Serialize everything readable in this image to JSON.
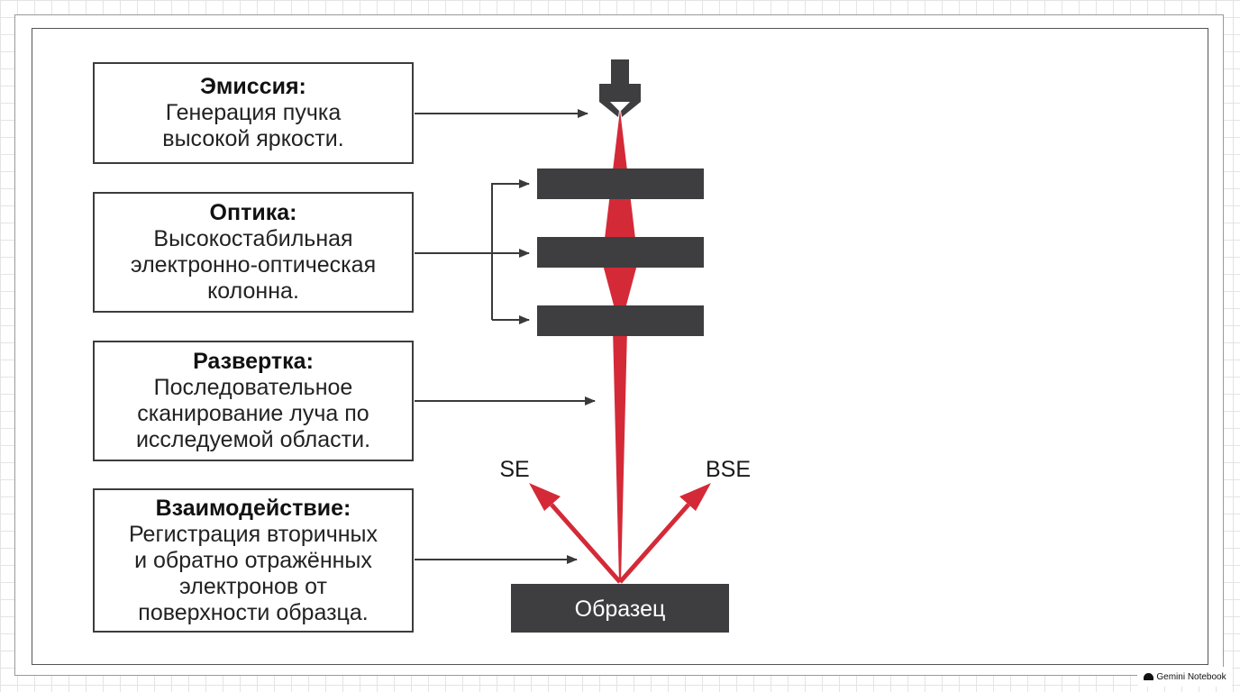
{
  "steps": [
    {
      "id": "emission",
      "title": "Эмиссия:",
      "text": "Генерация пучка\nвысокой яркости."
    },
    {
      "id": "optics",
      "title": "Оптика:",
      "text": "Высокостабильная\nэлектронно-оптическая\nколонна."
    },
    {
      "id": "scan",
      "title": "Развертка:",
      "text": "Последовательное\nсканирование луча по\nисследуемой области."
    },
    {
      "id": "interaction",
      "title": "Взаимодействие:",
      "text": "Регистрация вторичных\nи обратно отражённых\nэлектронов от\nповерхности образца."
    }
  ],
  "sample_label": "Образец",
  "detectors": {
    "se": "SE",
    "bse": "BSE"
  },
  "badge": {
    "text": "Gemini Notebook"
  },
  "colors": {
    "beam": "#d42a38",
    "hardware": "#3e3e40",
    "arrow": "#3a3a3a",
    "frame": "#555555"
  },
  "icons": {
    "electron_gun": "electron-gun-icon",
    "lens": "lens-bar"
  }
}
